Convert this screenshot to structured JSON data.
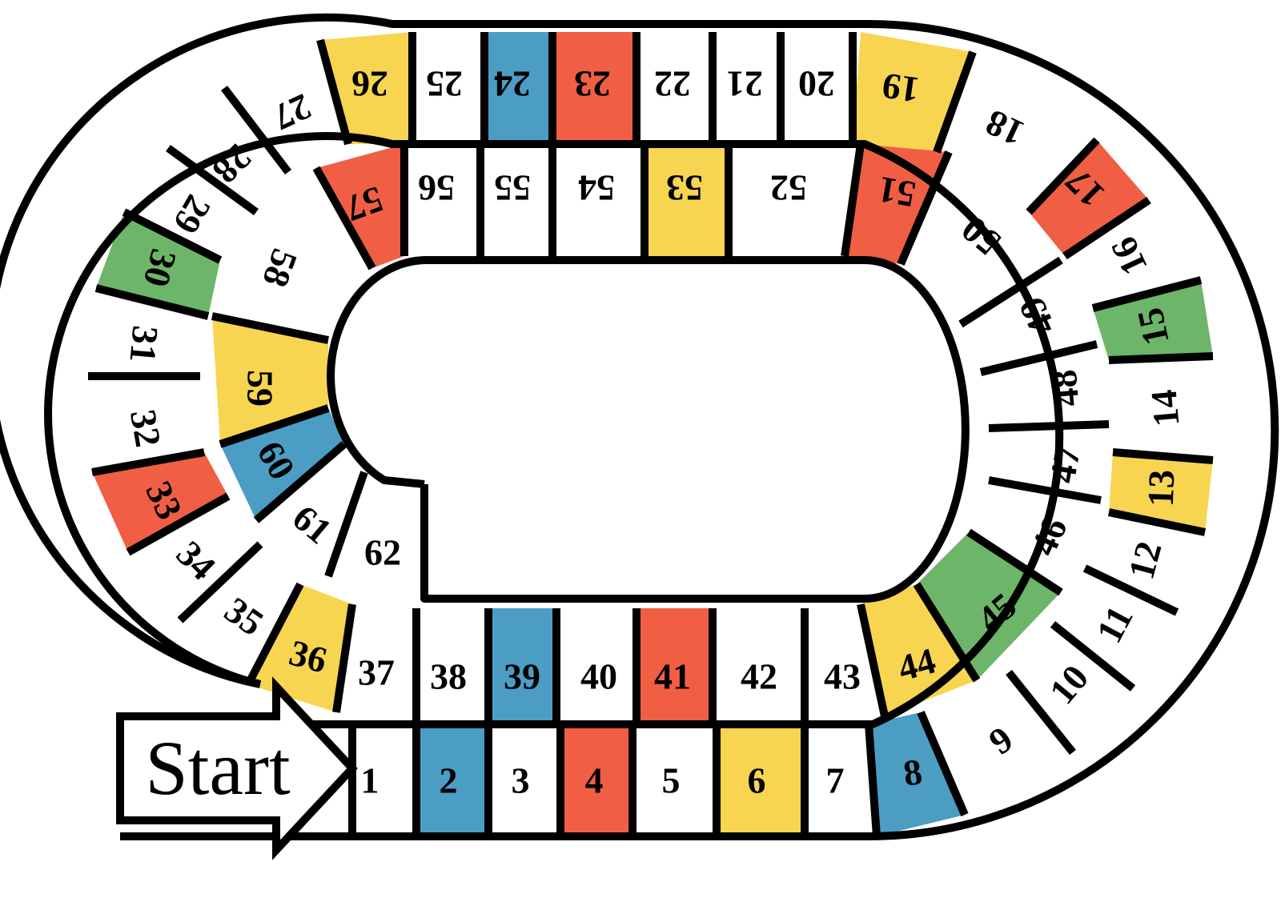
{
  "board": {
    "start_label": "Start",
    "colors": {
      "white": "#ffffff",
      "blue": "#4b9dc4",
      "red": "#f05f43",
      "yellow": "#f8d551",
      "green": "#6db568",
      "outline": "#000000"
    },
    "spaces": [
      {
        "n": "1",
        "color": "white"
      },
      {
        "n": "2",
        "color": "blue"
      },
      {
        "n": "3",
        "color": "white"
      },
      {
        "n": "4",
        "color": "red"
      },
      {
        "n": "5",
        "color": "white"
      },
      {
        "n": "6",
        "color": "yellow"
      },
      {
        "n": "7",
        "color": "white"
      },
      {
        "n": "8",
        "color": "blue"
      },
      {
        "n": "9",
        "color": "white"
      },
      {
        "n": "10",
        "color": "white"
      },
      {
        "n": "11",
        "color": "white"
      },
      {
        "n": "12",
        "color": "white"
      },
      {
        "n": "13",
        "color": "yellow"
      },
      {
        "n": "14",
        "color": "white"
      },
      {
        "n": "15",
        "color": "green"
      },
      {
        "n": "16",
        "color": "white"
      },
      {
        "n": "17",
        "color": "red"
      },
      {
        "n": "18",
        "color": "white"
      },
      {
        "n": "19",
        "color": "yellow"
      },
      {
        "n": "20",
        "color": "white"
      },
      {
        "n": "21",
        "color": "white"
      },
      {
        "n": "22",
        "color": "white"
      },
      {
        "n": "23",
        "color": "red"
      },
      {
        "n": "24",
        "color": "blue"
      },
      {
        "n": "25",
        "color": "white"
      },
      {
        "n": "26",
        "color": "yellow"
      },
      {
        "n": "27",
        "color": "white"
      },
      {
        "n": "28",
        "color": "white"
      },
      {
        "n": "29",
        "color": "white"
      },
      {
        "n": "30",
        "color": "green"
      },
      {
        "n": "31",
        "color": "white"
      },
      {
        "n": "32",
        "color": "white"
      },
      {
        "n": "33",
        "color": "red"
      },
      {
        "n": "34",
        "color": "white"
      },
      {
        "n": "35",
        "color": "white"
      },
      {
        "n": "36",
        "color": "yellow"
      },
      {
        "n": "37",
        "color": "white"
      },
      {
        "n": "38",
        "color": "white"
      },
      {
        "n": "39",
        "color": "blue"
      },
      {
        "n": "40",
        "color": "white"
      },
      {
        "n": "41",
        "color": "red"
      },
      {
        "n": "42",
        "color": "white"
      },
      {
        "n": "43",
        "color": "white"
      },
      {
        "n": "44",
        "color": "yellow"
      },
      {
        "n": "45",
        "color": "green"
      },
      {
        "n": "46",
        "color": "white"
      },
      {
        "n": "47",
        "color": "white"
      },
      {
        "n": "48",
        "color": "white"
      },
      {
        "n": "49",
        "color": "white"
      },
      {
        "n": "50",
        "color": "white"
      },
      {
        "n": "51",
        "color": "red"
      },
      {
        "n": "52",
        "color": "white"
      },
      {
        "n": "53",
        "color": "yellow"
      },
      {
        "n": "54",
        "color": "white"
      },
      {
        "n": "55",
        "color": "white"
      },
      {
        "n": "56",
        "color": "white"
      },
      {
        "n": "57",
        "color": "red"
      },
      {
        "n": "58",
        "color": "white"
      },
      {
        "n": "59",
        "color": "yellow"
      },
      {
        "n": "60",
        "color": "blue"
      },
      {
        "n": "61",
        "color": "white"
      },
      {
        "n": "62",
        "color": "white"
      }
    ]
  }
}
